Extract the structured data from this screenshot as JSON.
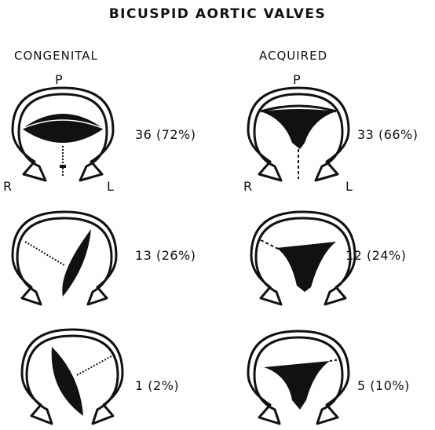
{
  "title": "BICUSPID  AORTIC  VALVES",
  "columns": {
    "congenital": {
      "heading": "CONGENITAL",
      "orientation": {
        "top": "P",
        "left": "R",
        "right": "L"
      },
      "rows": [
        {
          "count": "36 (72%)"
        },
        {
          "count": "13 (26%)"
        },
        {
          "count": "1 (2%)"
        }
      ]
    },
    "acquired": {
      "heading": "ACQUIRED",
      "orientation": {
        "top": "P",
        "left": "R",
        "right": "L"
      },
      "rows": [
        {
          "count": "33 (66%)"
        },
        {
          "count": "12 (24%)"
        },
        {
          "count": "5 (10%)"
        }
      ]
    }
  }
}
